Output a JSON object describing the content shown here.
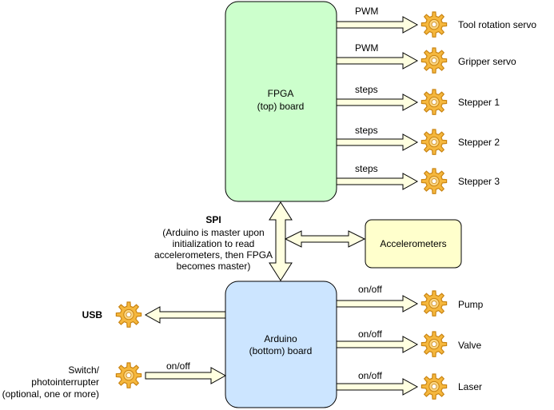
{
  "colors": {
    "fpga_fill": "#ccffcc",
    "arduino_fill": "#cce5ff",
    "accel_fill": "#ffffcc",
    "stroke": "#000000",
    "gear_fill": "#f5b73d",
    "gear_dark": "#c98412",
    "arrow_fill": "#ffffe0"
  },
  "fpga": {
    "line1": "FPGA",
    "line2": "(top) board"
  },
  "arduino": {
    "line1": "Arduino",
    "line2": "(bottom) board"
  },
  "accelerometers": {
    "label": "Accelerometers"
  },
  "spi": {
    "title": "SPI",
    "line1": "(Arduino is master upon",
    "line2": "initialization to read",
    "line3": "accelerometers, then FPGA",
    "line4": "becomes master)"
  },
  "fpga_outputs": [
    {
      "signal": "PWM",
      "device": "Tool rotation servo",
      "icon": "gear-icon"
    },
    {
      "signal": "PWM",
      "device": "Gripper servo",
      "icon": "gear-icon"
    },
    {
      "signal": "steps",
      "device": "Stepper 1",
      "icon": "gear-icon"
    },
    {
      "signal": "steps",
      "device": "Stepper 2",
      "icon": "gear-icon"
    },
    {
      "signal": "steps",
      "device": "Stepper 3",
      "icon": "gear-icon"
    }
  ],
  "arduino_outputs": [
    {
      "signal": "on/off",
      "device": "Pump",
      "icon": "gear-icon"
    },
    {
      "signal": "on/off",
      "device": "Valve",
      "icon": "gear-icon"
    },
    {
      "signal": "on/off",
      "device": "Laser",
      "icon": "gear-icon"
    }
  ],
  "usb": {
    "label": "USB",
    "icon": "gear-icon"
  },
  "switch": {
    "line1": "Switch/",
    "line2": "photointerrupter",
    "line3": "(optional, one or more)",
    "signal": "on/off",
    "icon": "gear-icon"
  }
}
